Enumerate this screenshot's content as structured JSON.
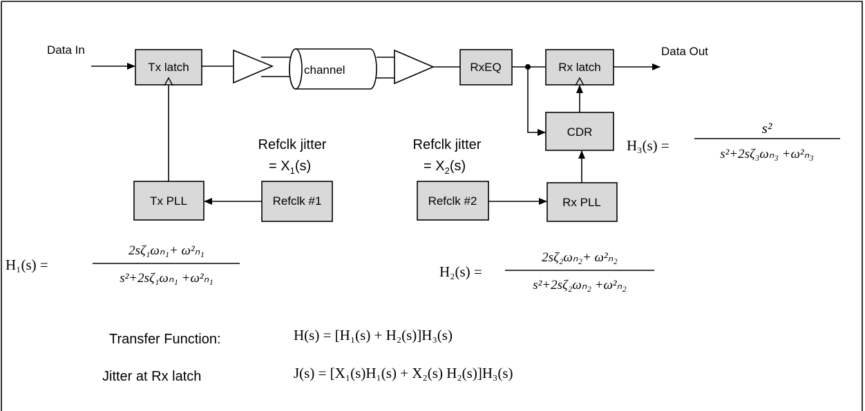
{
  "labels": {
    "data_in": "Data In",
    "data_out": "Data Out",
    "tx_latch": "Tx latch",
    "channel": "channel",
    "rx_eq": "RxEQ",
    "rx_latch": "Rx latch",
    "cdr": "CDR",
    "tx_pll": "Tx PLL",
    "refclk1": "Refclk #1",
    "refclk2": "Refclk #2",
    "rx_pll": "Rx PLL",
    "refclk_jitter_1_title": "Refclk jitter",
    "refclk_jitter_1_eq": "= X",
    "refclk_jitter_1_sub": "1",
    "refclk_jitter_1_tail": "(s)",
    "refclk_jitter_2_title": "Refclk jitter",
    "refclk_jitter_2_eq": "= X",
    "refclk_jitter_2_sub": "2",
    "refclk_jitter_2_tail": "(s)"
  },
  "equations": {
    "h1_lhs": "H₁(s) =",
    "h1_num": "2sζ₁ωₙ₁+ ω²ₙ₁",
    "h1_den": "s²+2sζ₁ωₙ₁ +ω²ₙ₁",
    "h2_lhs": "H₂(s) =",
    "h2_num": "2sζ₂ωₙ₂+ ω²ₙ₂",
    "h2_den": "s²+2sζ₂ωₙ₂ +ω²ₙ₂",
    "h3_lhs": "H₃(s) =",
    "h3_num": "s²",
    "h3_den": "s²+2sζ₃ωₙ₃ +ω²ₙ₃"
  },
  "footer": {
    "transfer_label": "Transfer Function:",
    "transfer_expr": "H(s) = [H₁(s) + H₂(s)]H₃(s)",
    "jitter_label": "Jitter at Rx latch",
    "jitter_expr": "J(s) = [X₁(s)H₁(s) + X₂(s) H₂(s)]H₃(s)"
  },
  "colors": {
    "block_fill": "#d9d9d9",
    "stroke": "#000000",
    "background": "#ffffff"
  }
}
